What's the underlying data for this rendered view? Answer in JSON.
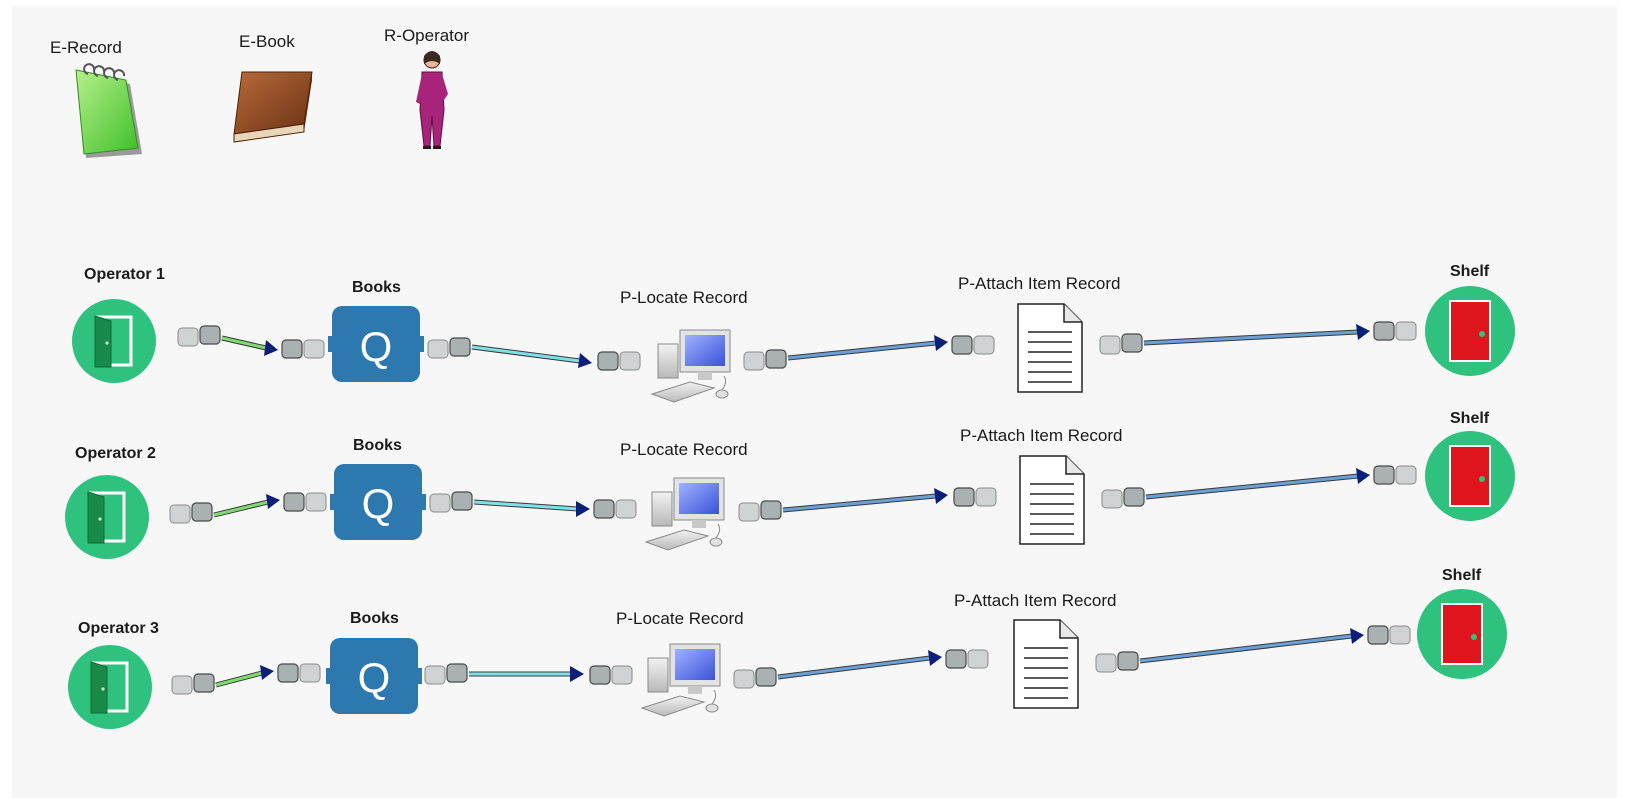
{
  "legend": [
    {
      "label": "E-Record",
      "icon": "notepad-icon"
    },
    {
      "label": "E-Book",
      "icon": "book-icon"
    },
    {
      "label": "R-Operator",
      "icon": "operator-person-icon"
    }
  ],
  "rows": [
    {
      "source": "Operator 1",
      "queue": "Books",
      "process1": "P-Locate Record",
      "process2": "P-Attach Item Record",
      "sink": "Shelf"
    },
    {
      "source": "Operator 2",
      "queue": "Books",
      "process1": "P-Locate Record",
      "process2": "P-Attach Item Record",
      "sink": "Shelf"
    },
    {
      "source": "Operator 3",
      "queue": "Books",
      "process1": "P-Locate Record",
      "process2": "P-Attach Item Record",
      "sink": "Shelf"
    }
  ],
  "queue_symbol": "Q",
  "colors": {
    "source_circle": "#2ec27e",
    "queue_box": "#2e78b0",
    "sink_door": "#e0141c",
    "link_green": "#7fdc70",
    "link_cyan": "#7fe0e8",
    "link_blue": "#6aa0d8",
    "arrow_head": "#0b1f7a",
    "port_gray": "#a9b1b3"
  }
}
